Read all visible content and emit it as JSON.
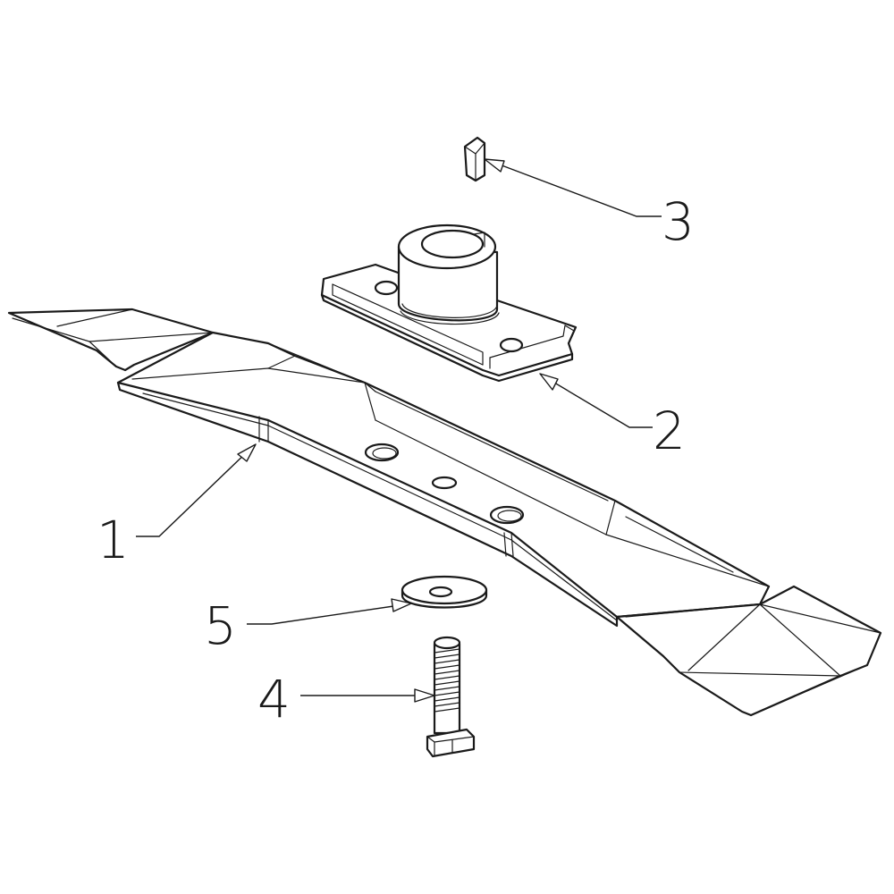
{
  "parts": [
    {
      "id": "blade",
      "number": "1"
    },
    {
      "id": "blade-holder",
      "number": "2"
    },
    {
      "id": "key",
      "number": "3"
    },
    {
      "id": "bolt",
      "number": "4"
    },
    {
      "id": "washer",
      "number": "5"
    }
  ]
}
